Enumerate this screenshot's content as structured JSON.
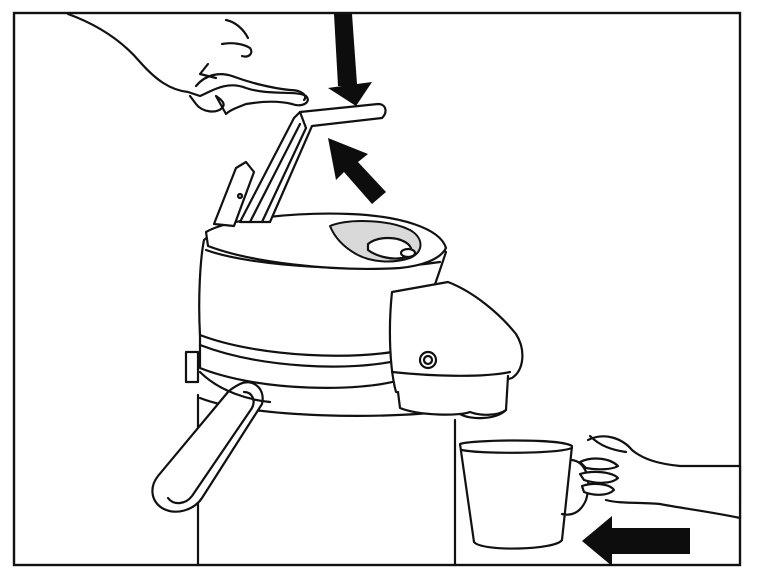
{
  "figure": {
    "subject": "airpot-dispenser-pump-operation",
    "colors": {
      "line": "#111111",
      "background": "#ffffff",
      "arrow_fill": "#0d0d0d",
      "shade": "#d9d9d9"
    },
    "arrows": [
      {
        "name": "press-down-arrow",
        "direction": "down"
      },
      {
        "name": "lever-lift-arrow",
        "direction": "up-left"
      },
      {
        "name": "cup-position-arrow",
        "direction": "left"
      }
    ]
  }
}
